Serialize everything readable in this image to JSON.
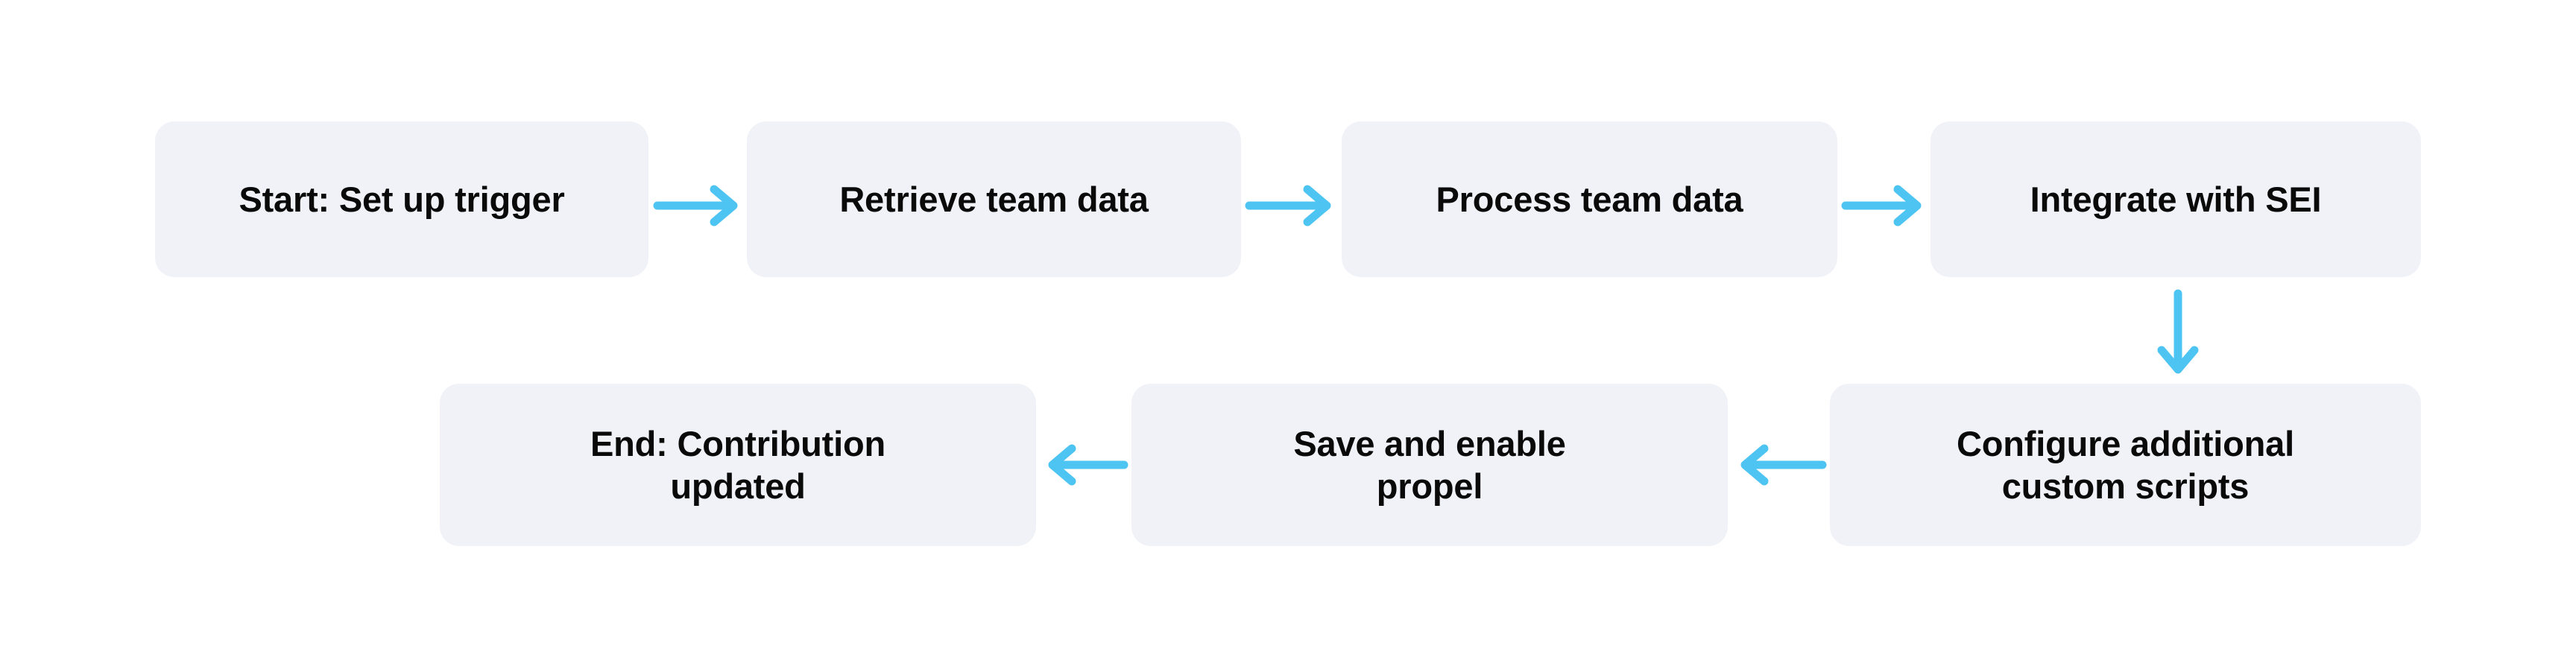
{
  "diagram": {
    "title": "Workflow flowchart",
    "background_color": "#ffffff",
    "node_fill_color": "#f1f2f8",
    "node_text_color": "#0a0a0a",
    "arrow_color": "#4ec4f2",
    "nodes": [
      {
        "id": "start",
        "label": "Start: Set up trigger",
        "row": 1,
        "order": 1
      },
      {
        "id": "retrieve",
        "label": "Retrieve team data",
        "row": 1,
        "order": 2
      },
      {
        "id": "process",
        "label": "Process team data",
        "row": 1,
        "order": 3
      },
      {
        "id": "integrate",
        "label": "Integrate with SEI",
        "row": 1,
        "order": 4
      },
      {
        "id": "configure",
        "label": "Configure additional\ncustom scripts",
        "row": 2,
        "order": 5
      },
      {
        "id": "save",
        "label": "Save and enable\npropel",
        "row": 2,
        "order": 6
      },
      {
        "id": "end",
        "label": "End: Contribution\nupdated",
        "row": 2,
        "order": 7
      }
    ],
    "edges": [
      {
        "from": "start",
        "to": "retrieve",
        "direction": "right"
      },
      {
        "from": "retrieve",
        "to": "process",
        "direction": "right"
      },
      {
        "from": "process",
        "to": "integrate",
        "direction": "right"
      },
      {
        "from": "integrate",
        "to": "configure",
        "direction": "down"
      },
      {
        "from": "configure",
        "to": "save",
        "direction": "left"
      },
      {
        "from": "save",
        "to": "end",
        "direction": "left"
      }
    ]
  }
}
